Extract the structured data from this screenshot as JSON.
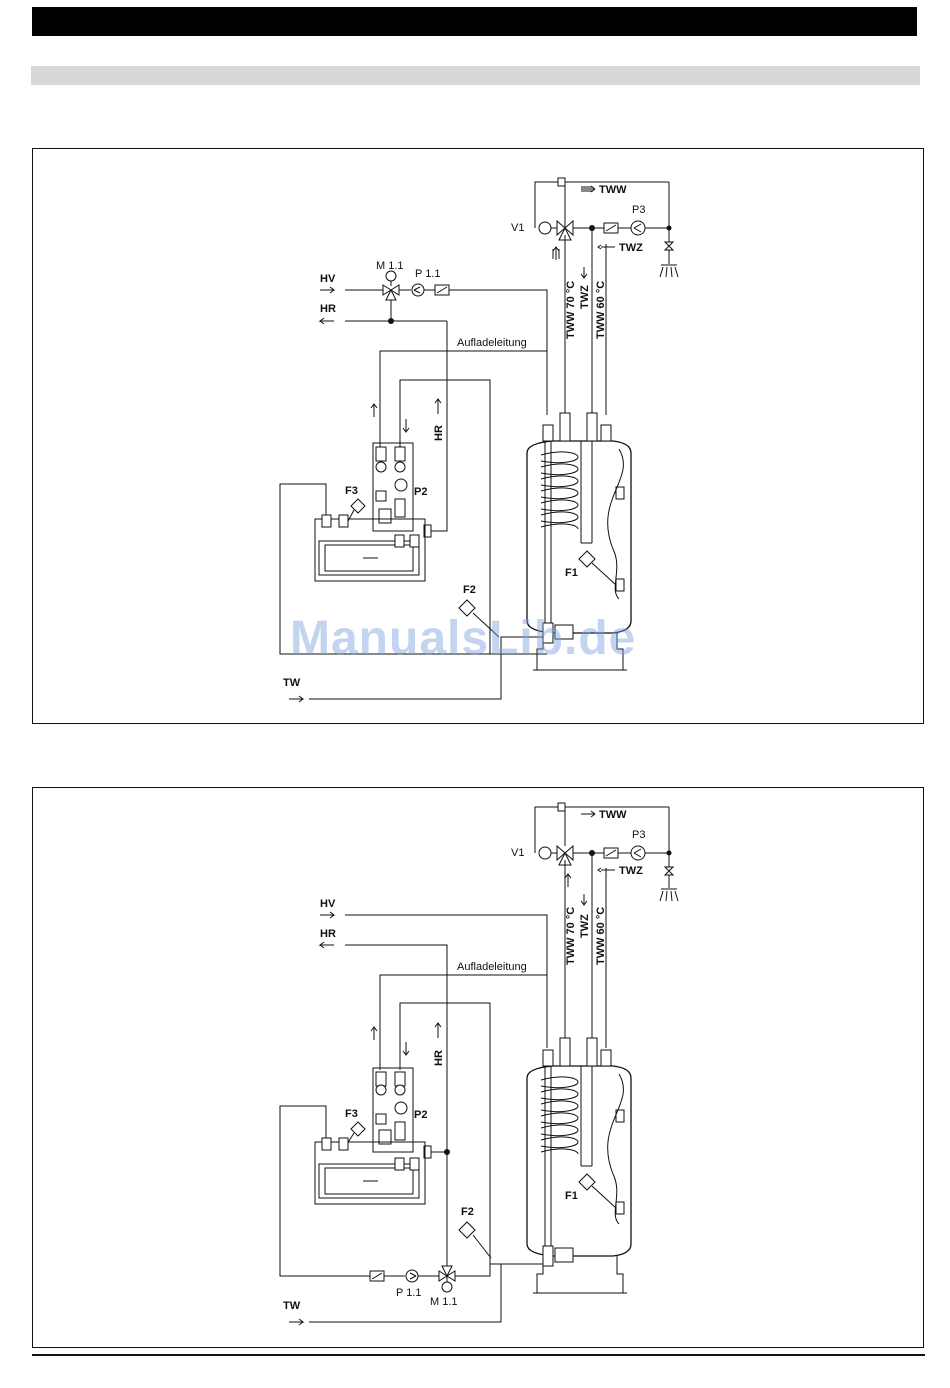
{
  "header": {
    "bar_color": "#000000",
    "band_color": "#d8d8d8"
  },
  "diagram1": {
    "labels": {
      "tww": "TWW",
      "twz": "TWZ",
      "v1": "V1",
      "p3": "P3",
      "hv": "HV",
      "hr": "HR",
      "m11": "M 1.1",
      "p11": "P 1.1",
      "tww70": "TWW 70 °C",
      "twz_v": "TWZ",
      "tww60": "TWW 60 °C",
      "aufladeleitung": "Aufladeleitung",
      "hr_v": "HR",
      "f3": "F3",
      "p2": "P2",
      "f2": "F2",
      "f1": "F1",
      "tw": "TW"
    }
  },
  "diagram2": {
    "labels": {
      "tww": "TWW",
      "twz": "TWZ",
      "v1": "V1",
      "p3": "P3",
      "hv": "HV",
      "hr": "HR",
      "m11": "M 1.1",
      "p11": "P 1.1",
      "tww70": "TWW 70 °C",
      "twz_v": "TWZ",
      "tww60": "TWW 60 °C",
      "aufladeleitung": "Aufladeleitung",
      "hr_v": "HR",
      "f3": "F3",
      "p2": "P2",
      "f2": "F2",
      "f1": "F1",
      "tw": "TW"
    }
  },
  "watermark": "ManualsLib.de"
}
